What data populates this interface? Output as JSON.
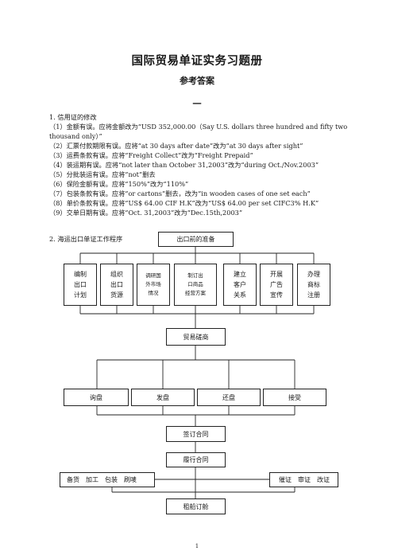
{
  "header": {
    "title": "国际贸易单证实务习题册",
    "subtitle": "参考答案",
    "section": "一"
  },
  "q1": {
    "heading": "1. 信用证的修改",
    "items": [
      "（1）金额有误。应将金额改为“USD 352,000.00（Say U.S. dollars three hundred and fifty two thousand only）”",
      "（2）汇票付款期限有误。应将“at 30 days after date”改为“at 30 days after sight”",
      "（3）运费条款有误。应将“Freight Collect”改为“Freight Prepaid”",
      "（4）装运期有误。应将“not later than October 31,2003”改为“during Oct./Nov.2003”",
      "（5）分批装运有误。应将“not”删去",
      "（6）保险金额有误。应将“150%”改为“110%”",
      "（7）包装条款有误。应将“or cartons”删去，改为“in wooden cases of one set each”",
      "（8）单价条款有误。应将“US$ 64.00 CIF H.K”改为“US$ 64.00 per set CIFC3% H.K”",
      "（9）交单日期有误。应将“Oct. 31,2003”改为“Dec.15th,2003”"
    ]
  },
  "q2": {
    "heading": "2. 海运出口单证工作程序",
    "top_box": "出口前的准备",
    "prep_boxes": [
      [
        "编制",
        "出口",
        "计划"
      ],
      [
        "组织",
        "出口",
        "货源"
      ],
      [
        "调研国",
        "外市场",
        "情况"
      ],
      [
        "制订出",
        "口商品",
        "经营方案"
      ],
      [
        "建立",
        "客户",
        "关系"
      ],
      [
        "开展",
        "广告",
        "宣传"
      ],
      [
        "办理",
        "商标",
        "注册"
      ]
    ],
    "negotiation": "贸易磋商",
    "nego_steps": [
      "询盘",
      "发盘",
      "还盘",
      "接受"
    ],
    "sign_contract": "签订合同",
    "perform_contract": "履行合同",
    "goods_prep": "备货　加工　包装　刷唛",
    "lc_steps": "催证　审证　改证",
    "charter": "租船订舱"
  },
  "footer": {
    "page": "1"
  }
}
